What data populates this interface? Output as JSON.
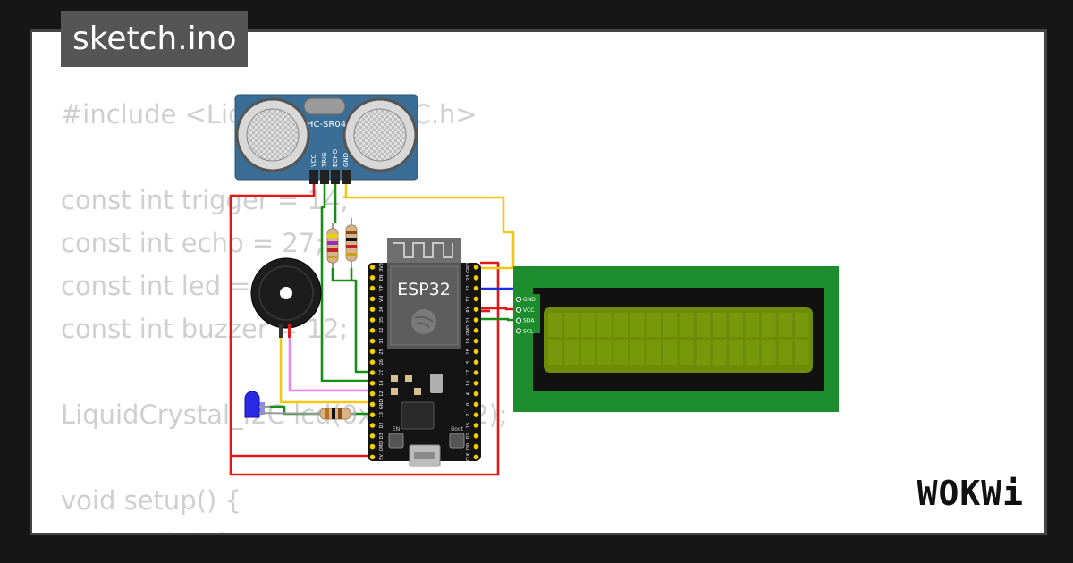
{
  "title": "sketch.ino",
  "code_lines": [
    "#include <LiquidCrystal_I2C.h>",
    "",
    "const int trigger = 14;",
    "const int echo = 27;",
    "const int led = 13;",
    "const int buzzer = 12;",
    "",
    "LiquidCrystal_I2C lcd(0x27, 16, 2);",
    "",
    "void setup() {",
    "  pinMode(trigger, OUTPUT);"
  ],
  "ultrasonic_sensor": {
    "model": "HC-SR04",
    "pins": [
      "VCC",
      "TRIG",
      "ECHO",
      "GND"
    ]
  },
  "board": {
    "label": "ESP32",
    "button_left": "EN",
    "button_right": "Boot",
    "pins_left": [
      "3V3",
      "EN",
      "VP",
      "VN",
      "34",
      "35",
      "32",
      "33",
      "25",
      "26",
      "27",
      "14",
      "12",
      "GND",
      "13",
      "D2",
      "D3",
      "CMD",
      "5V"
    ],
    "pins_right": [
      "GND",
      "23",
      "22",
      "TX",
      "RX",
      "21",
      "GND",
      "19",
      "18",
      "5",
      "17",
      "16",
      "4",
      "0",
      "2",
      "15",
      "D1",
      "D0",
      "CLK"
    ]
  },
  "lcd": {
    "pins": [
      "GND",
      "VCC",
      "SDA",
      "SCL"
    ]
  },
  "logo": "WOKWi",
  "colors": {
    "background": "#161616",
    "card": "#ffffff",
    "code_text": "#cfcfcf",
    "title_bg": "#555555",
    "wire_red": "#e01818",
    "wire_yellow": "#f2c811",
    "wire_green": "#188c18",
    "wire_blue": "#1a2be0",
    "wire_pink": "#ee82ee",
    "lcd_board": "#1c8c2c",
    "lcd_screen": "#6e8c08",
    "sensor_board": "#3a6e96"
  }
}
